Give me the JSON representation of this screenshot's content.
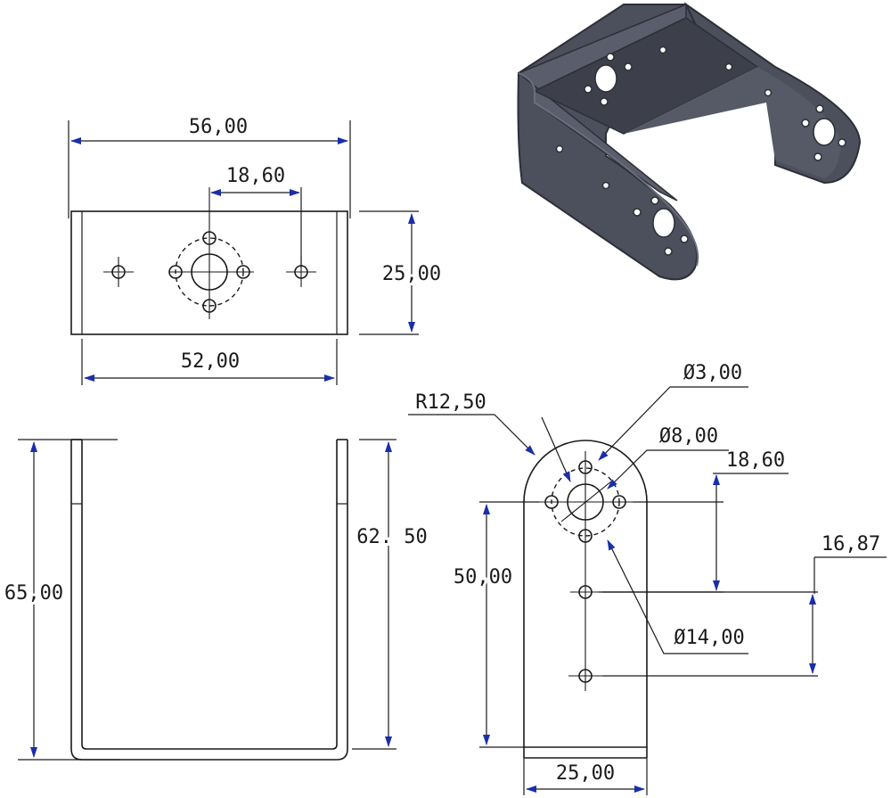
{
  "dimensions": {
    "top_overall_width": "56,00",
    "top_hole_spacing": "18,60",
    "top_height": "25,00",
    "top_inner_width": "52,00",
    "side_outer_height": "65,00",
    "side_inner_height": "62. 50",
    "end_bend_radius": "R12,50",
    "end_small_hole_dia": "Ø3,00",
    "end_center_hole_dia": "Ø8,00",
    "end_hole_offset": "18,60",
    "end_hole_pitch": "16,87",
    "end_height": "50,00",
    "end_bolt_circle_dia": "Ø14,00",
    "end_width": "25,00"
  },
  "colors": {
    "dimension_arrow": "#1a2ea8",
    "line": "#1a1a1a",
    "part_photo": "#4c4f5c"
  },
  "icons": {
    "part_photo": "u-bracket-photo"
  }
}
